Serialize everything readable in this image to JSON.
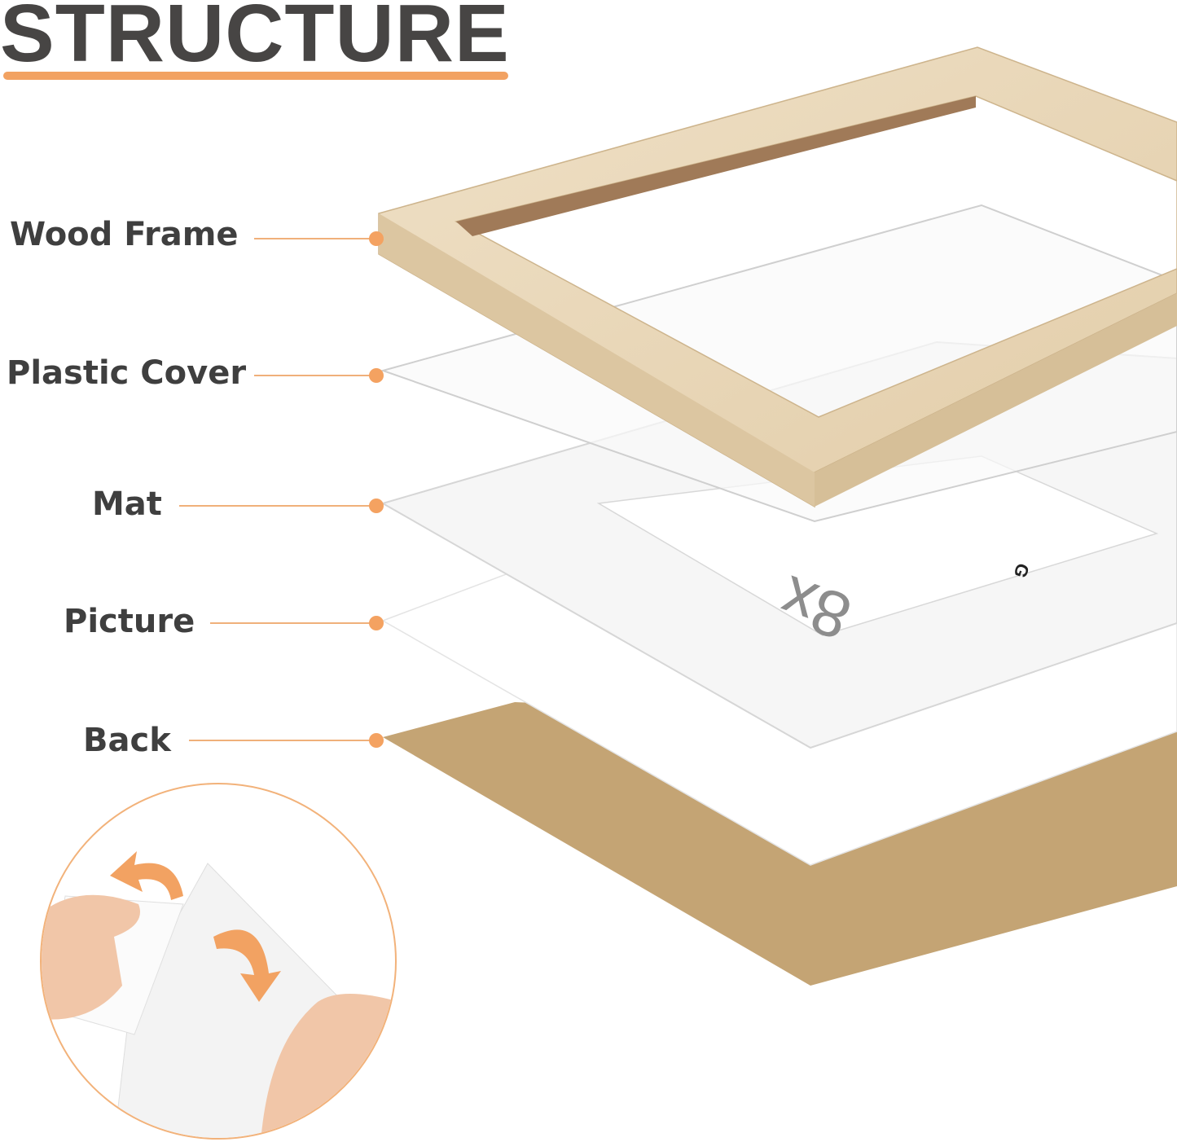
{
  "title": "STRUCTURE",
  "layers": [
    {
      "label": "Wood Frame"
    },
    {
      "label": "Plastic Cover"
    },
    {
      "label": "Mat"
    },
    {
      "label": "Picture"
    },
    {
      "label": "Back"
    }
  ],
  "picture_print": {
    "size_text": "8x",
    "logo_text": "G"
  },
  "colors": {
    "accent": "#f2a262",
    "title": "#474544",
    "wood": "#e6d3b3",
    "back_board": "#c4a474"
  },
  "inset_icons": [
    "peel-arrow-icon",
    "fold-arrow-icon"
  ]
}
